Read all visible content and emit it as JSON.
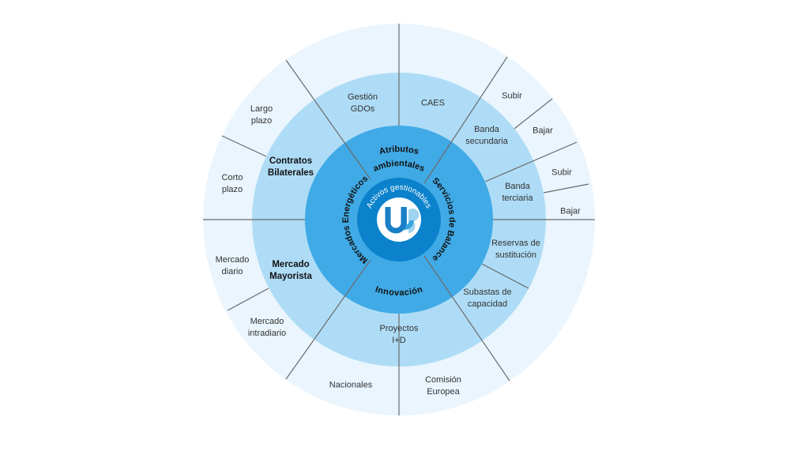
{
  "colors": {
    "outer_ring": "#eaf5fd",
    "middle_ring": "#aedcf6",
    "inner_ring": "#40aae6",
    "core": "#0b82cb",
    "logo_blue": "#1a7fc6",
    "logo_light": "#9fd3f0",
    "divider": "#6b6b6b"
  },
  "core": {
    "label": "Activos gestionables",
    "logo_icon": "ub-logo-icon"
  },
  "inner_ring": {
    "atributos_line1": "Atributos",
    "atributos_line2": "ambientales",
    "servicios": "Servicios de Balance",
    "mercados": "Mercados Energéticos",
    "innovacion": "Innovación"
  },
  "middle_ring": {
    "gestion": [
      "Gestión",
      "GDOs"
    ],
    "caes": "CAES",
    "banda_secundaria": [
      "Banda",
      "secundaria"
    ],
    "banda_terciaria": [
      "Banda",
      "terciaria"
    ],
    "reservas": [
      "Reservas de",
      "sustitución"
    ],
    "subastas": [
      "Subastas de",
      "capacidad"
    ],
    "proyectos": [
      "Proyectos",
      "I+D"
    ],
    "mayorista": [
      "Mercado",
      "Mayorista"
    ],
    "contratos": [
      "Contratos",
      "Bilaterales"
    ]
  },
  "outer_ring": {
    "subir_sec": "Subir",
    "bajar_sec": "Bajar",
    "subir_ter": "Subir",
    "bajar_ter": "Bajar",
    "comision": [
      "Comisión",
      "Europea"
    ],
    "nacionales": "Nacionales",
    "intradiario": [
      "Mercado",
      "intradiario"
    ],
    "diario": [
      "Mercado",
      "diario"
    ],
    "corto": [
      "Corto",
      "plazo"
    ],
    "largo": [
      "Largo",
      "plazo"
    ]
  }
}
